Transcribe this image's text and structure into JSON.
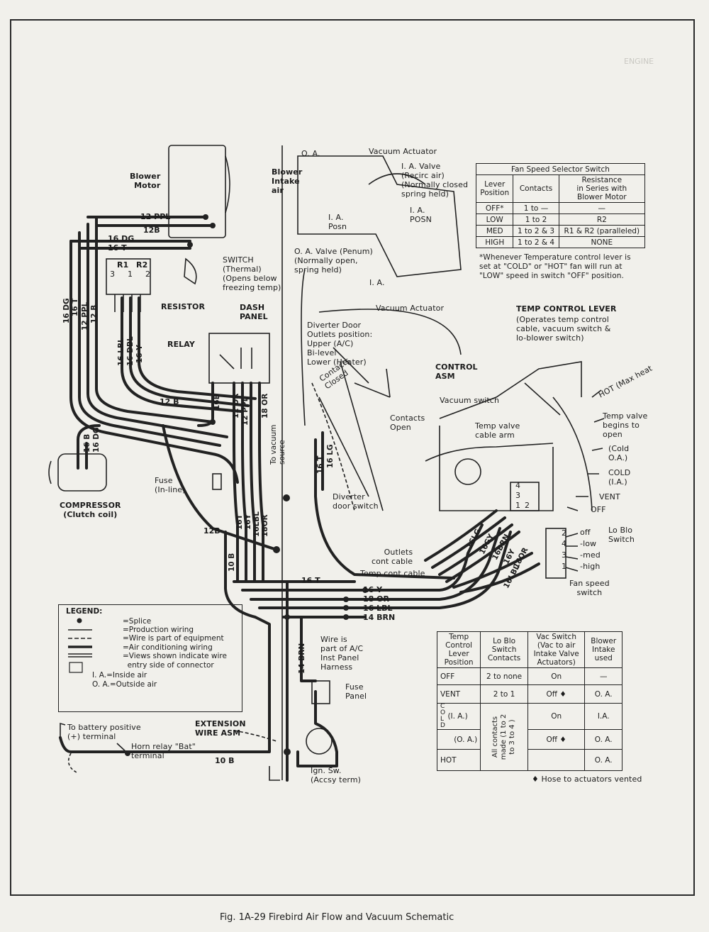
{
  "page": {
    "caption": "Fig. 1A-29  Firebird Air Flow and Vacuum Schematic",
    "ghost_text": "ENGINE"
  },
  "components": {
    "blower_motor": "Blower\nMotor",
    "blower_intake_air": "Blower\nIntake\nair",
    "oa_top": "O. A.",
    "vacuum_actuator_top": "Vacuum Actuator",
    "ia_valve": "I. A. Valve\n(Recirc air)\n(Normally closed\nspring held)",
    "ia_posn_left": "I. A.\nPosn",
    "ia_posn_right": "I. A.\nPOSN",
    "oa_valve": "O. A. Valve (Penum)\n(Normally open,\nspring held)",
    "ia_lower": "I. A.",
    "vacuum_actuator_lower": "Vacuum Actuator",
    "switch_thermal": "SWITCH\n(Thermal)\n(Opens below\nfreezing temp)",
    "resistor": "RESISTOR",
    "r1": "R1",
    "r2": "R2",
    "r_n3": "3",
    "r_n1": "1",
    "r_n2": "2",
    "dash_panel": "DASH\nPANEL",
    "relay": "RELAY",
    "compressor": "COMPRESSOR\n(Clutch coil)",
    "fuse_inline": "Fuse\n(In-line)",
    "to_vacuum_source": "To vacuum\nsource",
    "diverter_door": "Diverter Door\nOutlets position:\nUpper (A/C)\nBi-level\nLower (Heater)",
    "contacts_closed": "Contacts\nClosed",
    "contacts_open": "Contacts\nOpen",
    "diverter_door_switch": "Diverter\ndoor switch",
    "outlets_cont_cable": "Outlets\ncont cable",
    "temp_cont_cable": "Temp cont cable",
    "vacuum_switch": "Vacuum switch",
    "temp_valve_cable_arm": "Temp valve\ncable arm",
    "control_asm": "CONTROL\nASM",
    "temp_control_lever": "TEMP CONTROL LEVER",
    "temp_control_lever_desc": "(Operates temp control\ncable, vacuum switch &\nlo-blower switch)",
    "hot": "HOT (Max heat",
    "temp_valve_begins": "Temp valve\nbegins to\nopen",
    "cold_oa": "(Cold\nO.A.)",
    "cold_ia": "COLD\n(I.A.)",
    "vent": "VENT",
    "off": "OFF",
    "lo_blo_switch": "Lo Blo\nSwitch",
    "fan_speed_switch": "Fan speed\nswitch",
    "fan_positions": [
      "off",
      "-low",
      "-med",
      "-high"
    ],
    "fan_nums": [
      "2",
      "4",
      "3",
      "1"
    ],
    "vac_nums": [
      "4",
      "3",
      "1",
      "2"
    ],
    "wire_is_part": "Wire is\npart of A/C\nInst Panel\nHarness",
    "fuse_panel": "Fuse\nPanel",
    "extension_wire": "EXTENSION\nWIRE ASM",
    "to_battery": "To battery positive\n(+) terminal",
    "horn_relay": "Horn relay \"Bat\"\nterminal",
    "ign_sw": "Ign. Sw.\n(Accsy term)"
  },
  "wires": {
    "h_labels": [
      "12 PPL",
      "12B",
      "16 DG",
      "16 T",
      "12 B",
      "12B",
      "16 T",
      "16 Y",
      "18 OR",
      "16 LBL",
      "14 BRN",
      "10 B"
    ],
    "v_left": [
      "16 DG",
      "16 T",
      "12 PPL",
      "12 B"
    ],
    "v_resistor": [
      "16 LBL",
      "16 DBL",
      "16 Y"
    ],
    "v_relay": [
      "16B",
      "12 OR",
      "12 PPL",
      "18 OR"
    ],
    "v_comp": [
      "16 B",
      "16 DG"
    ],
    "v_bundle": [
      "16T",
      "16Y",
      "16LBL",
      "18OR"
    ],
    "v_div": [
      "16 T",
      "16 LG"
    ],
    "v_fan": [
      "16LG",
      "16GY",
      "16BRN",
      "16Y",
      "18OR",
      "16LBL"
    ],
    "v_misc": [
      "10 B",
      "14 BRN"
    ]
  },
  "fan_table": {
    "title": "Fan Speed Selector Switch",
    "headers": [
      "Lever\nPosition",
      "Contacts",
      "Resistance\nin Series with\nBlower Motor"
    ],
    "rows": [
      [
        "OFF*",
        "1 to —",
        "—"
      ],
      [
        "LOW",
        "1 to 2",
        "R2"
      ],
      [
        "MED",
        "1 to 2 & 3",
        "R1 & R2 (paralleled)"
      ],
      [
        "HIGH",
        "1 to 2 & 4",
        "NONE"
      ]
    ],
    "note": "*Whenever Temperature control lever is\nset at \"COLD\" or \"HOT\" fan will run at\n\"LOW\" speed in switch \"OFF\" position."
  },
  "temp_table": {
    "headers": [
      "Temp\nControl\nLever\nPosition",
      "Lo Blo\nSwitch\nContacts",
      "Vac Switch\n(Vac to air\nIntake Valve\nActuators)",
      "Blower\nIntake\nused"
    ],
    "rows": [
      [
        "OFF",
        "2 to none",
        "On",
        "—"
      ],
      [
        "VENT",
        "2 to 1",
        "Off ♦",
        "O. A."
      ],
      [
        "(I. A.)",
        "",
        "On",
        "I.A."
      ],
      [
        "(O. A.)",
        "",
        "Off ♦",
        "O. A."
      ],
      [
        "HOT",
        "",
        "",
        "O. A."
      ]
    ],
    "cold_label": "C\nO\nL\nD",
    "merged": "All contacts\nmade (1 to 2\nto 3 to 4 )",
    "note": "♦ Hose to actuators vented"
  },
  "legend": {
    "title": "LEGEND:",
    "items": [
      "=Splice",
      "=Production wiring",
      "=Wire is part of equipment",
      "=Air conditioning wiring",
      "=Views shown indicate wire\n  entry side of connector",
      "I. A.=Inside air",
      "O. A.=Outside air"
    ]
  },
  "colors": {
    "ink": "#1c1c1c",
    "paper": "#f1f0eb"
  }
}
